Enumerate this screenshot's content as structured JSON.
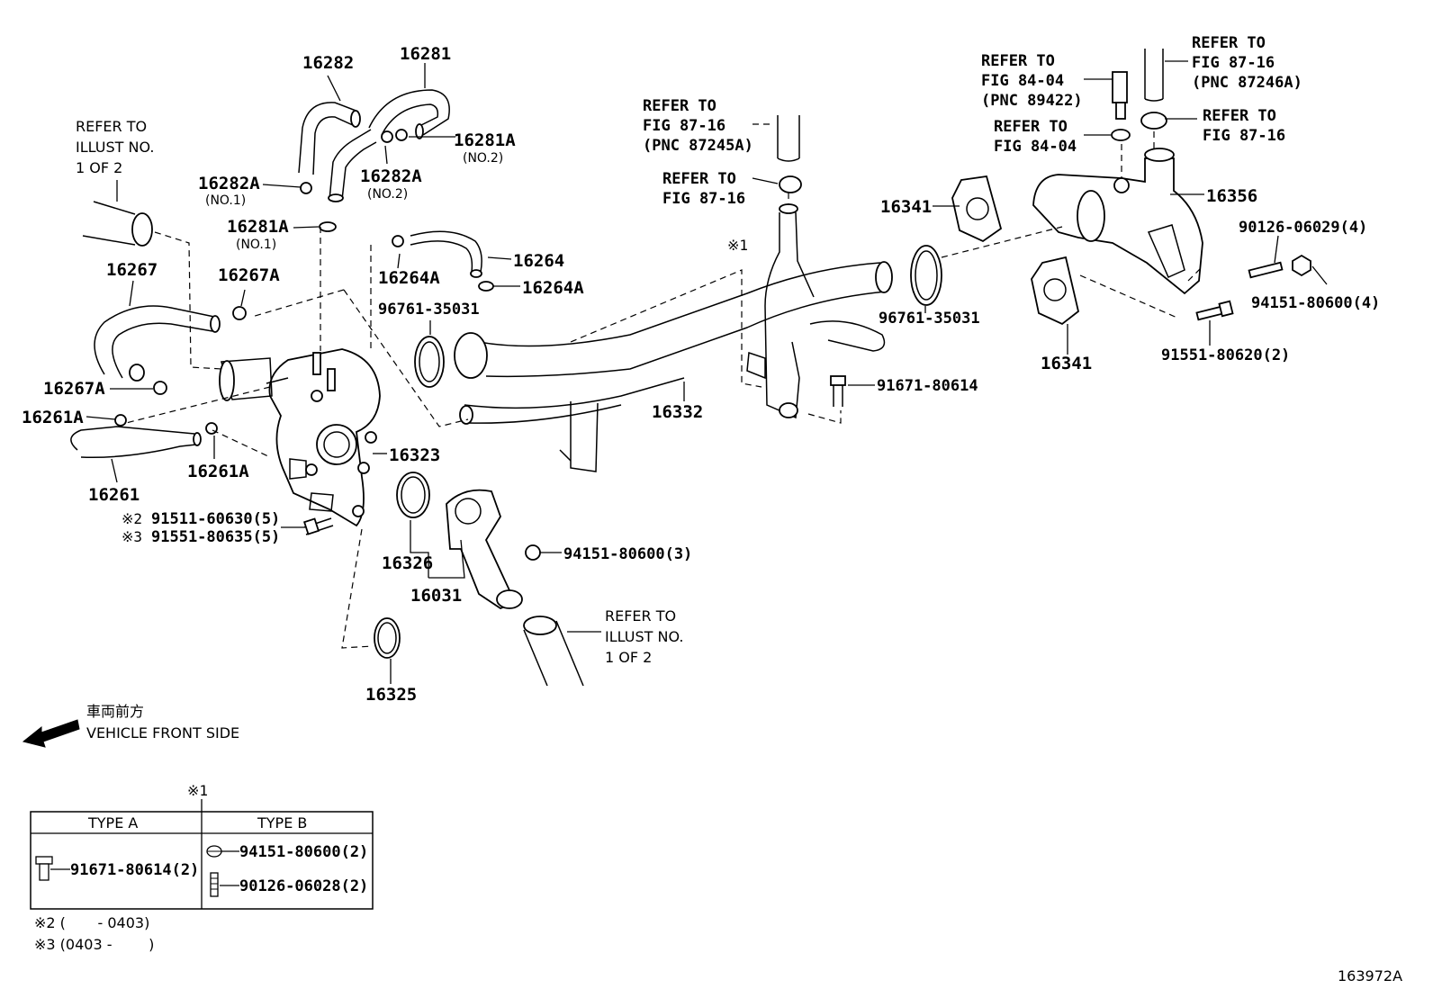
{
  "parts": {
    "p16282": "16282",
    "p16281": "16281",
    "p16281A_no2": "16281A",
    "p16281A_no2_sub": "(NO.2)",
    "p16282A_no1": "16282A",
    "p16282A_no1_sub": "(NO.1)",
    "p16282A_no2": "16282A",
    "p16282A_no2_sub": "(NO.2)",
    "p16281A_no1": "16281A",
    "p16281A_no1_sub": "(NO.1)",
    "p16267": "16267",
    "p16267A_top": "16267A",
    "p16267A_left": "16267A",
    "p16261A_left": "16261A",
    "p16261A_right": "16261A",
    "p16261": "16261",
    "p16264": "16264",
    "p16264A_left": "16264A",
    "p16264A_right": "16264A",
    "p96761_left": "96761-35031",
    "p16323": "16323",
    "p91511": "91511-60630(5)",
    "p91551_80635": "91551-80635(5)",
    "p16326": "16326",
    "p16031": "16031",
    "p94151_3": "94151-80600(3)",
    "p16325": "16325",
    "p16332": "16332",
    "p91671": "91671-80614",
    "p96761_right": "96761-35031",
    "p16341_top": "16341",
    "p16341_bottom": "16341",
    "p16356": "16356",
    "p90126_4": "90126-06029(4)",
    "p94151_4": "94151-80600(4)",
    "p91551_80620": "91551-80620(2)"
  },
  "marks": {
    "m1": "※1",
    "m2": "※2",
    "m3": "※3"
  },
  "refs": {
    "illust_top": [
      "REFER TO",
      "ILLUST NO.",
      "1 OF 2"
    ],
    "illust_bottom": [
      "REFER TO",
      "ILLUST NO.",
      "1 OF 2"
    ],
    "fig8716_pnc87245a": [
      "REFER TO",
      "FIG 87-16",
      "(PNC 87245A)"
    ],
    "fig8716_mid": [
      "REFER TO",
      "FIG 87-16"
    ],
    "fig8404_pnc89422": [
      "REFER TO",
      "FIG 84-04",
      "(PNC 89422)"
    ],
    "fig8404": [
      "REFER TO",
      "FIG 84-04"
    ],
    "fig8716_pnc87246a": [
      "REFER TO",
      "FIG 87-16",
      "(PNC 87246A)"
    ],
    "fig8716_right": [
      "REFER TO",
      "FIG 87-16"
    ]
  },
  "direction": {
    "jp": "車両前方",
    "en": "VEHICLE FRONT SIDE"
  },
  "table": {
    "mark": "※1",
    "type_a": "TYPE A",
    "type_b": "TYPE B",
    "a_part": "91671-80614(2)",
    "b_part1": "94151-80600(2)",
    "b_part2": "90126-06028(2)"
  },
  "footnotes": {
    "n2": "※2 (       - 0403)",
    "n3": "※3 (0403 -        )"
  },
  "figure_id": "163972A"
}
